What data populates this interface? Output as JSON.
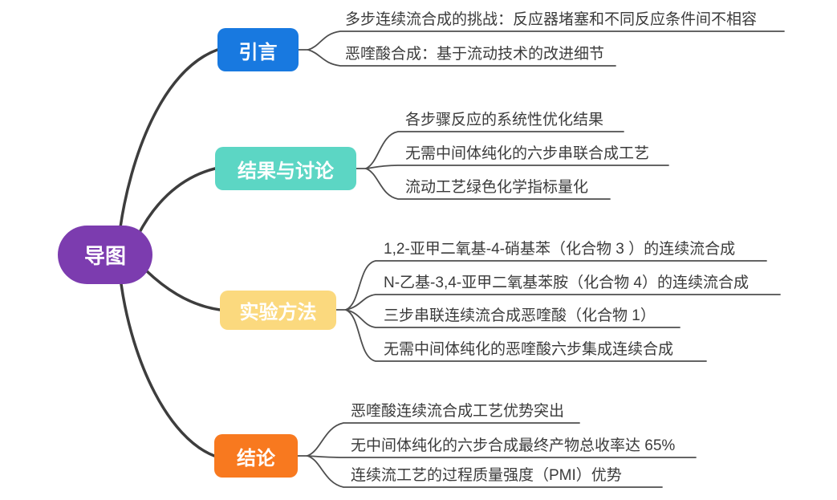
{
  "root": {
    "label": "导图",
    "color": "#7c3caf"
  },
  "branches": [
    {
      "label": "引言",
      "color": "#1879e0",
      "items": [
        "多步连续流合成的挑战：反应器堵塞和不同反应条件间不相容",
        "恶喹酸合成：基于流动技术的改进细节"
      ]
    },
    {
      "label": "结果与讨论",
      "color": "#5cd6c4",
      "items": [
        "各步骤反应的系统性优化结果",
        "无需中间体纯化的六步串联合成工艺",
        "流动工艺绿色化学指标量化"
      ]
    },
    {
      "label": "实验方法",
      "color": "#fbd97e",
      "items": [
        "1,2-亚甲二氧基-4-硝基苯（化合物 3 ）的连续流合成",
        "N-乙基-3,4-亚甲二氧基苯胺（化合物 4）的连续流合成",
        "三步串联连续流合成恶喹酸（化合物 1）",
        "无需中间体纯化的恶喹酸六步集成连续合成"
      ]
    },
    {
      "label": "结论",
      "color": "#f8791f",
      "items": [
        "恶喹酸连续流合成工艺优势突出",
        "无中间体纯化的六步合成最终产物总收率达 65%",
        "连续流工艺的过程质量强度（PMI）优势"
      ]
    }
  ],
  "colors": {
    "link": "#3d3d3d",
    "leaf_text": "#3b3b3b",
    "node_text": "#ffffff",
    "background": "#ffffff"
  }
}
